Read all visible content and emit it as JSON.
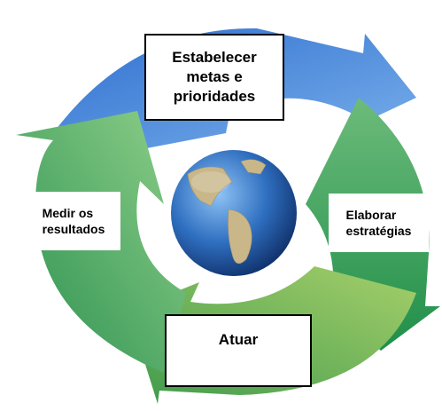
{
  "steps": {
    "top": "Estabelecer\nmetas e\nprioridades",
    "right": "Elaborar\nestratégias",
    "bottom": "Atuar",
    "left": "Medir os\nresultados"
  },
  "colors": {
    "blue_arrow": "#5f8fd8",
    "green_dark": "#1e8f45",
    "green_mid": "#3aa55e",
    "green_light": "#8cc66a",
    "globe_ocean": "#1f5fb0",
    "globe_land": "#cbb98a"
  },
  "icons": [
    "globe-icon",
    "cycle-arrow-icon"
  ]
}
